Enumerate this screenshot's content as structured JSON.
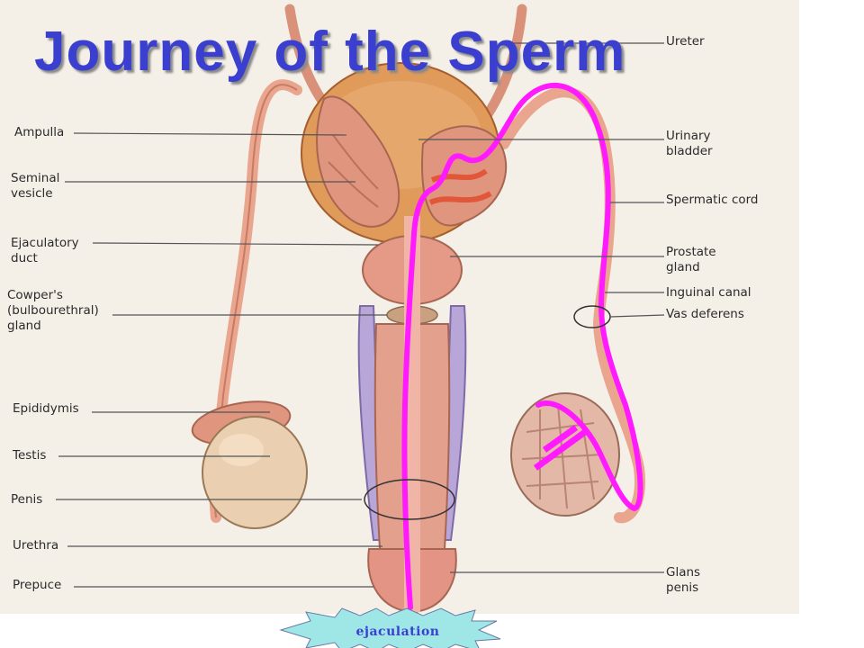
{
  "slide": {
    "title": "Journey of the Sperm",
    "badge_label": "ejaculation"
  },
  "labels_left": [
    "Ampulla",
    "Seminal\nvesicle",
    "Ejaculatory\nduct",
    "Cowper's\n(bulbourethral)\ngland",
    "Epididymis",
    "Testis",
    "Penis",
    "Urethra",
    "Prepuce"
  ],
  "labels_right": [
    "Ureter",
    "Urinary\nbladder",
    "Spermatic cord",
    "Prostate\ngland",
    "Inguinal canal",
    "Vas deferens",
    "Glans\npenis"
  ],
  "colors": {
    "title": "#3a3fcf",
    "sperm_path": "#ff1aff",
    "badge_fill": "#9fe6e6"
  }
}
